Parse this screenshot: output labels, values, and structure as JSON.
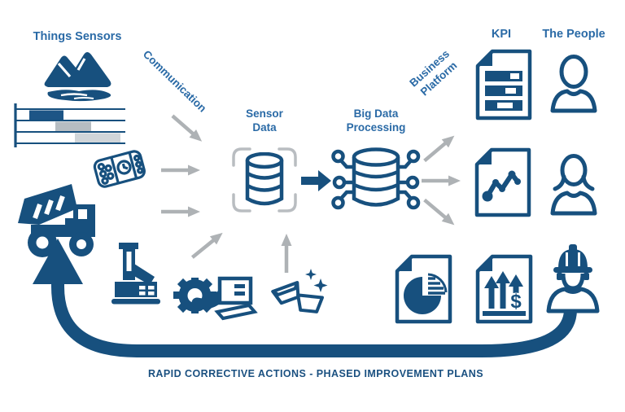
{
  "labels": {
    "things_sensors": "Things Sensors",
    "communication": "Communication",
    "sensor_data_line1": "Sensor",
    "sensor_data_line2": "Data",
    "big_data_line1": "Big Data",
    "big_data_line2": "Processing",
    "business_platform_line1": "Business",
    "business_platform_line2": "Platform",
    "kpi": "KPI",
    "the_people": "The People",
    "caption": "RAPID CORRECTIVE ACTIONS - PHASED IMPROVEMENT PLANS"
  },
  "symbols": {
    "dollar": "$"
  },
  "colors": {
    "primary_navy": "#17507E",
    "label_blue": "#2A6AA6",
    "arrow_gray": "#AEB2B5",
    "gantt_bar_blue": "#1D5586",
    "gantt_bar_gray": "#B6BDC2",
    "gantt_bar_light_gray": "#D0D5D9"
  },
  "icons": {
    "things": [
      "mountain-ore-pile",
      "gantt-schedule",
      "dynamite-charge",
      "dump-truck",
      "drill-rig"
    ],
    "process": [
      "excavator-gear",
      "gold-bars",
      "sensor-database",
      "big-data-database"
    ],
    "kpi_documents": [
      "bar-chart-report",
      "trend-chart-report",
      "pie-chart-report",
      "profit-growth-report"
    ],
    "people": [
      "man-user",
      "woman-user",
      "field-worker-hardhat"
    ],
    "flow": [
      "feedback-loop-arrow",
      "sensor-to-bigdata-arrow",
      "gray-flow-arrows"
    ]
  }
}
